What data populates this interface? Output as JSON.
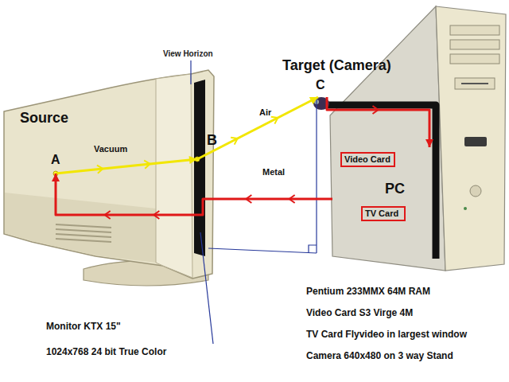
{
  "diagram": {
    "nodes": [
      {
        "text": [
          "Source"
        ]
      },
      {
        "text": [
          "A"
        ],
        "in": 0
      },
      {
        "text": [
          "B"
        ]
      },
      {
        "text": [
          "Target (Camera)",
          "C"
        ]
      },
      {
        "text": [
          "PC"
        ]
      },
      {
        "text": [
          "Video Card"
        ],
        "in": 4
      },
      {
        "text": [
          "TV Card"
        ],
        "in": 4
      }
    ],
    "edges": [
      {
        "from": 1,
        "to": 2,
        "label": "Vacuum",
        "arrow": "to"
      },
      {
        "from": 2,
        "to": 3,
        "label": "Air",
        "arrow": "to"
      },
      {
        "from": 3,
        "to": 4,
        "arrow": "to"
      },
      {
        "from": 4,
        "to": 1,
        "label": "Metal",
        "arrow": "to"
      }
    ],
    "labels": [
      "View Horizon",
      "Pentium 233MMX 64M RAM",
      "Video Card S3 Virge 4M",
      "TV Card Flyvideo in largest window",
      "Camera 640x480 on 3 way Stand",
      "Monitor KTX 15\"",
      "1024x768 24 bit True Color"
    ]
  }
}
